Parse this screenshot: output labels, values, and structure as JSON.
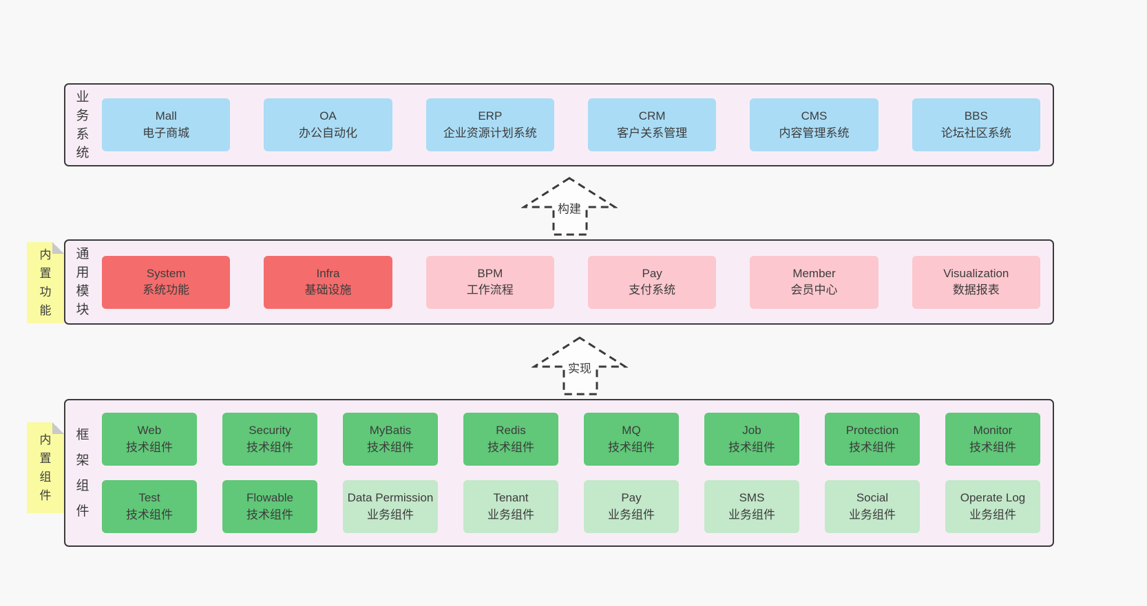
{
  "page": {
    "background": "#f8f8f8"
  },
  "colors": {
    "container_bg": "#f8edf6",
    "container_border": "#3a3a3a",
    "blue": "#aadcf5",
    "red": "#f56c6c",
    "pink": "#fcc7ce",
    "green": "#60c878",
    "light_green": "#c3e8ca",
    "tag_bg": "#fafaa0",
    "tag_fold": "#c9c9c9",
    "text": "#3c3c3c",
    "arrow_fill": "#fdfdfd"
  },
  "arrows": [
    {
      "label": "构建"
    },
    {
      "label": "实现"
    }
  ],
  "layers": [
    {
      "label": "业务系统",
      "tag": null,
      "rows": [
        [
          {
            "title": "Mall",
            "subtitle": "电子商城",
            "variant": "blue"
          },
          {
            "title": "OA",
            "subtitle": "办公自动化",
            "variant": "blue"
          },
          {
            "title": "ERP",
            "subtitle": "企业资源计划系统",
            "variant": "blue"
          },
          {
            "title": "CRM",
            "subtitle": "客户关系管理",
            "variant": "blue"
          },
          {
            "title": "CMS",
            "subtitle": "内容管理系统",
            "variant": "blue"
          },
          {
            "title": "BBS",
            "subtitle": "论坛社区系统",
            "variant": "blue"
          }
        ]
      ]
    },
    {
      "label": "通用模块",
      "tag": "内置功能",
      "rows": [
        [
          {
            "title": "System",
            "subtitle": "系统功能",
            "variant": "red"
          },
          {
            "title": "Infra",
            "subtitle": "基础设施",
            "variant": "red"
          },
          {
            "title": "BPM",
            "subtitle": "工作流程",
            "variant": "pink"
          },
          {
            "title": "Pay",
            "subtitle": "支付系统",
            "variant": "pink"
          },
          {
            "title": "Member",
            "subtitle": "会员中心",
            "variant": "pink"
          },
          {
            "title": "Visualization",
            "subtitle": "数据报表",
            "variant": "pink"
          }
        ]
      ]
    },
    {
      "label": "框架组件",
      "tag": "内置组件",
      "rows": [
        [
          {
            "title": "Web",
            "subtitle": "技术组件",
            "variant": "green"
          },
          {
            "title": "Security",
            "subtitle": "技术组件",
            "variant": "green"
          },
          {
            "title": "MyBatis",
            "subtitle": "技术组件",
            "variant": "green"
          },
          {
            "title": "Redis",
            "subtitle": "技术组件",
            "variant": "green"
          },
          {
            "title": "MQ",
            "subtitle": "技术组件",
            "variant": "green"
          },
          {
            "title": "Job",
            "subtitle": "技术组件",
            "variant": "green"
          },
          {
            "title": "Protection",
            "subtitle": "技术组件",
            "variant": "green"
          },
          {
            "title": "Monitor",
            "subtitle": "技术组件",
            "variant": "green"
          }
        ],
        [
          {
            "title": "Test",
            "subtitle": "技术组件",
            "variant": "green"
          },
          {
            "title": "Flowable",
            "subtitle": "技术组件",
            "variant": "green"
          },
          {
            "title": "Data Permission",
            "subtitle": "业务组件",
            "variant": "lightgreen"
          },
          {
            "title": "Tenant",
            "subtitle": "业务组件",
            "variant": "lightgreen"
          },
          {
            "title": "Pay",
            "subtitle": "业务组件",
            "variant": "lightgreen"
          },
          {
            "title": "SMS",
            "subtitle": "业务组件",
            "variant": "lightgreen"
          },
          {
            "title": "Social",
            "subtitle": "业务组件",
            "variant": "lightgreen"
          },
          {
            "title": "Operate Log",
            "subtitle": "业务组件",
            "variant": "lightgreen"
          }
        ]
      ]
    }
  ]
}
